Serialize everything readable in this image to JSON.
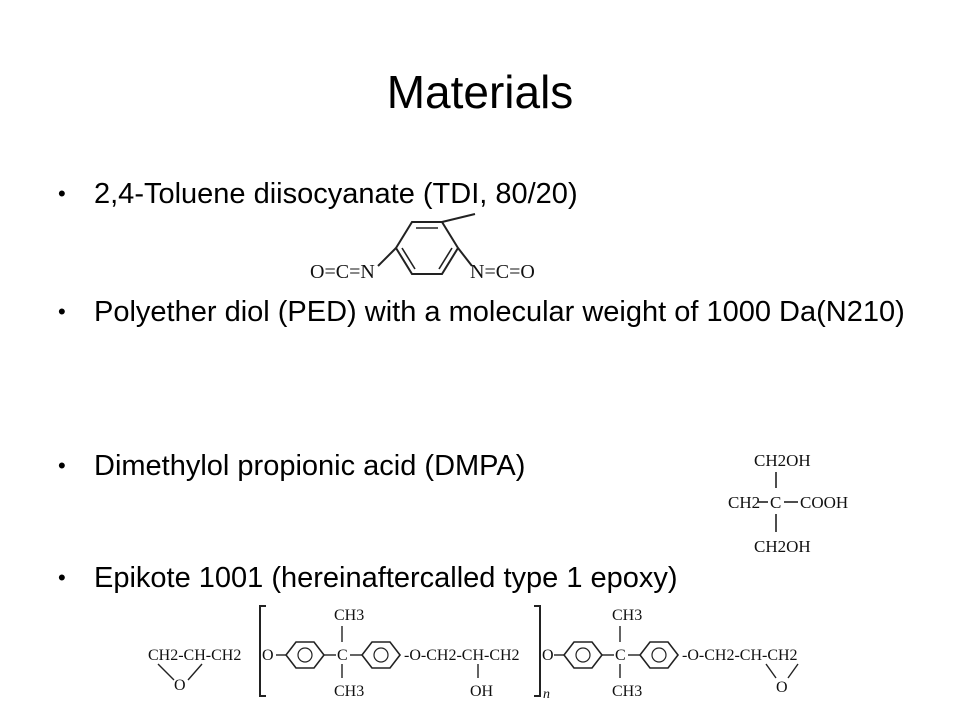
{
  "slide": {
    "title": "Materials",
    "bullet_glyph": "•",
    "bullets": [
      "2,4-Toluene diisocyanate (TDI, 80/20)",
      "Polyether diol (PED) with a molecular weight of 1000 Da(N210)",
      "Dimethylol propionic acid (DMPA)",
      "Epikote 1001 (hereinaftercalled type 1 epoxy)"
    ]
  },
  "structures": {
    "tdi": {
      "left_group": "O=C=N",
      "right_group": "N=C=O"
    },
    "dmpa": {
      "top": "CH2OH",
      "middle_left": "CH2",
      "center": "C",
      "middle_right": "COOH",
      "bottom": "CH2OH"
    },
    "epoxy": {
      "left_end": "CH2-CH-CH2",
      "ring_o_left": "O",
      "ether": "O",
      "methyl_top": "CH3",
      "methyl_bottom": "CH3",
      "quat_c": "C",
      "linker": "-O-CH2-CH-CH2",
      "hydroxyl": "OH",
      "repeat_n": "n",
      "right_end": "-O-CH2-CH-CH2",
      "ring_o_right": "O"
    }
  }
}
